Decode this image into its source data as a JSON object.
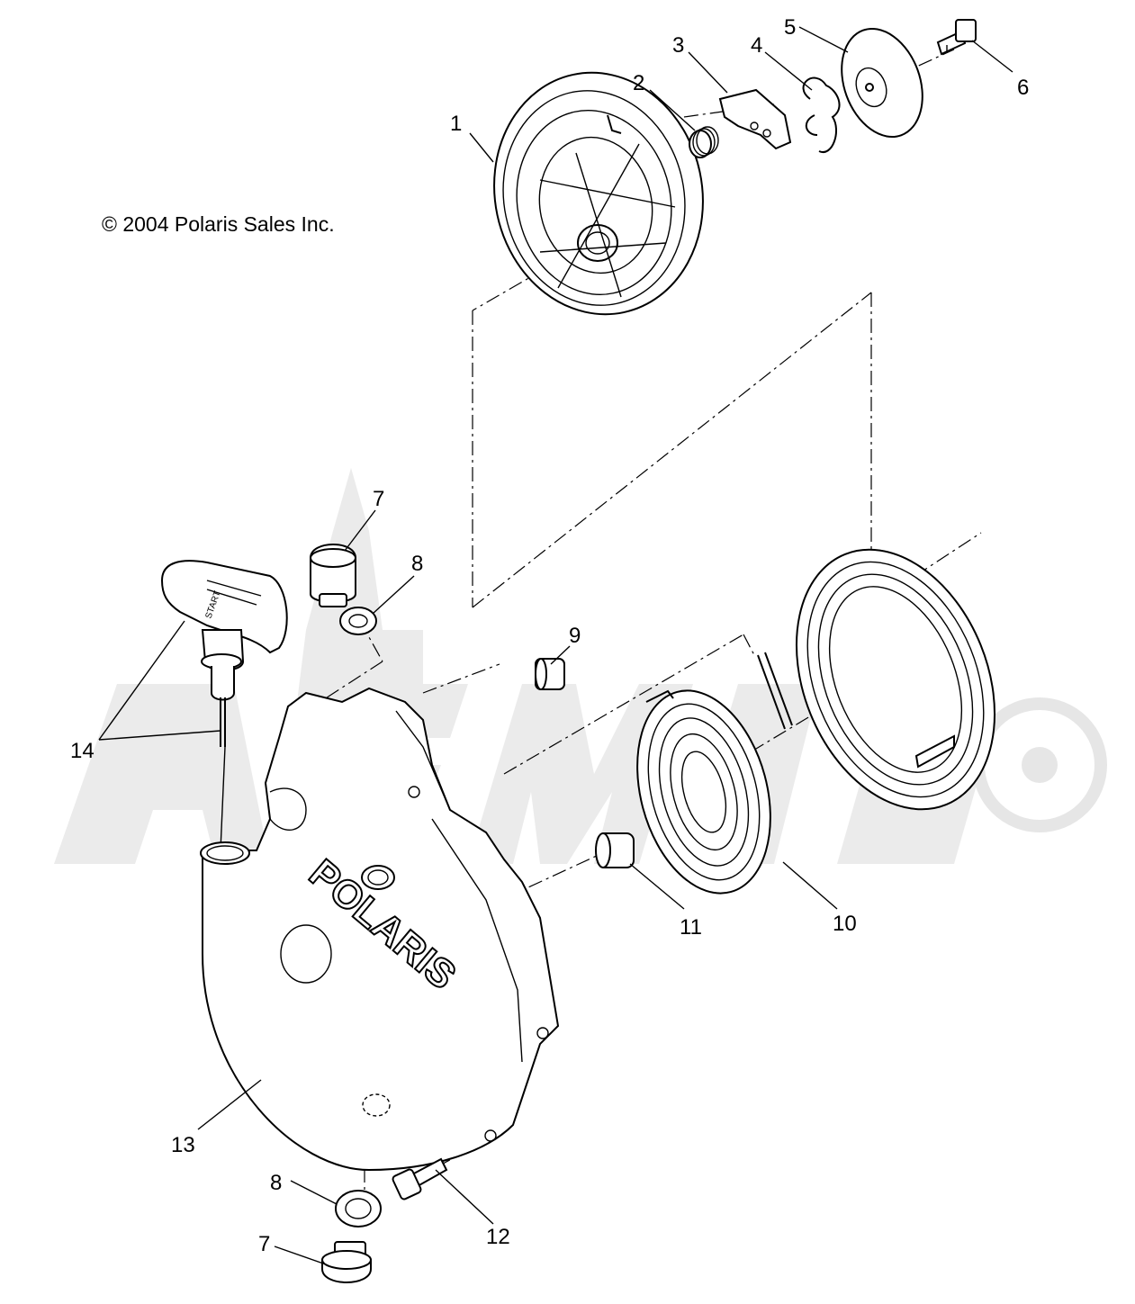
{
  "copyright": "© 2004 Polaris Sales Inc.",
  "handle_text": "START",
  "cover_brand": "POLARIS",
  "callouts": {
    "c1": "1",
    "c2": "2",
    "c3": "3",
    "c4": "4",
    "c5": "5",
    "c6": "6",
    "c7_top": "7",
    "c8_top": "8",
    "c9": "9",
    "c10": "10",
    "c11": "11",
    "c12": "12",
    "c13": "13",
    "c14": "14",
    "c8_bottom": "8",
    "c7_bottom": "7"
  }
}
